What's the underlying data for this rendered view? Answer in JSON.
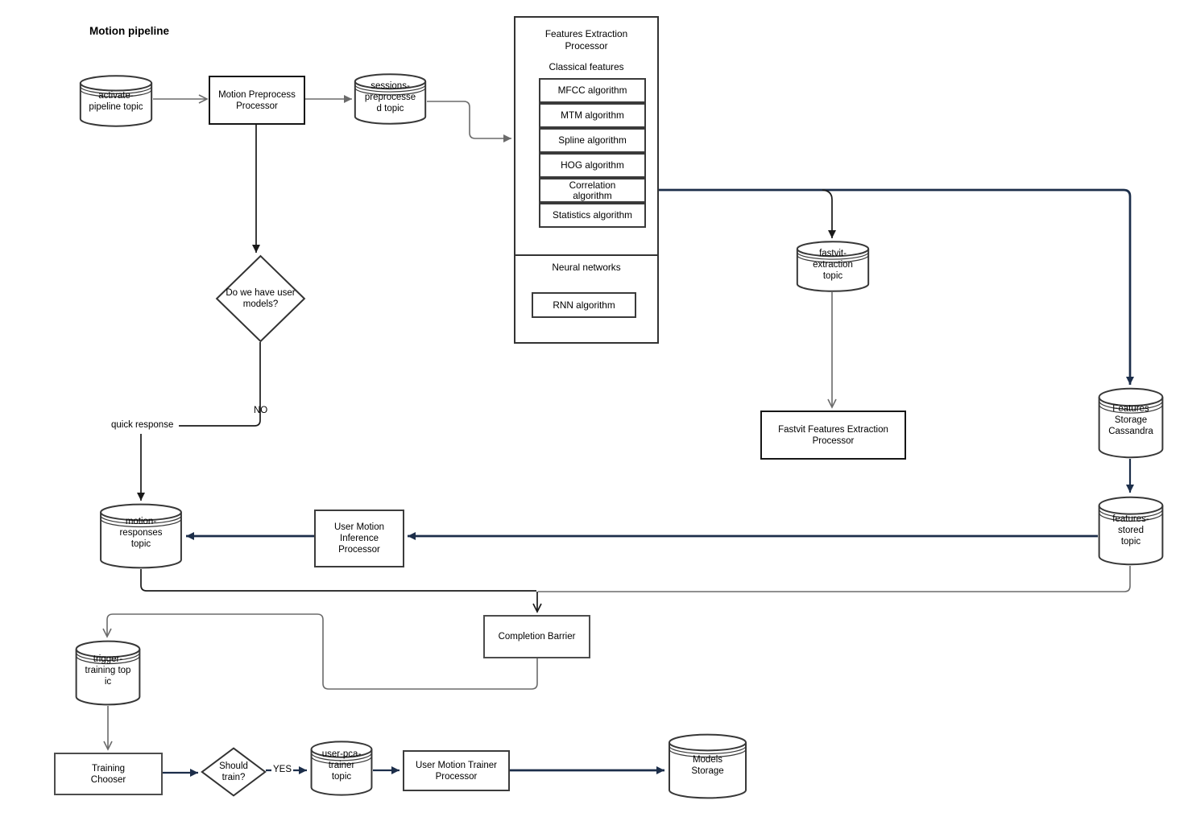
{
  "title": "Motion pipeline",
  "colors": {
    "navy": "#1c2e4a",
    "gray": "#6b6b6b",
    "black": "#1a1a1a",
    "border": "#383838"
  },
  "labels": {
    "no": "NO",
    "yes": "YES",
    "quick_response": "quick response"
  },
  "nodes": {
    "activate_topic": {
      "label": "activate-\npipeline topic"
    },
    "motion_preprocess": {
      "label": "Motion Preprocess\nProcessor"
    },
    "sessions_topic": {
      "label": "sessions-\npreprocesse\nd topic"
    },
    "user_models_decision": {
      "label": "Do we have user\nmodels?"
    },
    "fastvit_topic": {
      "label": "fastvit-\nextraction\ntopic"
    },
    "fastvit_processor": {
      "label": "Fastvit Features Extraction\nProcessor"
    },
    "features_storage": {
      "label": "Features\nStorage\nCassandra"
    },
    "features_stored_topic": {
      "label": "features-\nstored\ntopic"
    },
    "motion_responses_topic": {
      "label": "motion-\nresponses\ntopic"
    },
    "umi_processor": {
      "label": "User Motion\nInference\nProcessor"
    },
    "completion_barrier": {
      "label": "Completion Barrier"
    },
    "trigger_training_topic": {
      "label": "trigger-\ntraining top\nic"
    },
    "training_chooser": {
      "label": "Training\nChooser"
    },
    "should_train_decision": {
      "label": "Should\ntrain?"
    },
    "user_pca_topic": {
      "label": "user-pca-\ntrainer\ntopic"
    },
    "umt_processor": {
      "label": "User Motion Trainer\nProcessor"
    },
    "models_storage": {
      "label": "Models\nStorage"
    }
  },
  "features_box": {
    "title": "Features Extraction\nProcessor",
    "classical_title": "Classical features",
    "algorithms": [
      "MFCC algorithm",
      "MTM algorithm",
      "Spline algorithm",
      "HOG algorithm",
      "Correlation\nalgorithm",
      "Statistics algorithm"
    ],
    "neural_title": "Neural networks",
    "rnn": "RNN algorithm"
  }
}
